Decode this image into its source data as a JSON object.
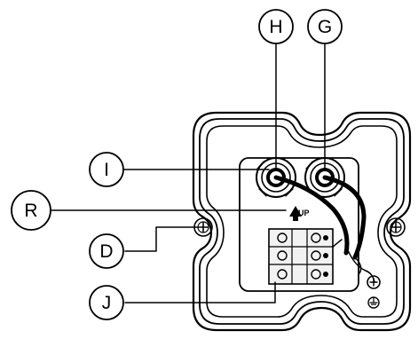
{
  "callouts": {
    "h": "H",
    "g": "G",
    "i": "I",
    "r": "R",
    "d": "D",
    "j": "J"
  },
  "colors": {
    "line": "#000000",
    "background": "#ffffff",
    "terminal_block": "#f2f2f2"
  },
  "icons": {
    "up_arrow": "up-arrow-icon",
    "earth": "earth-ground-icon",
    "screw": "screw-icon"
  }
}
